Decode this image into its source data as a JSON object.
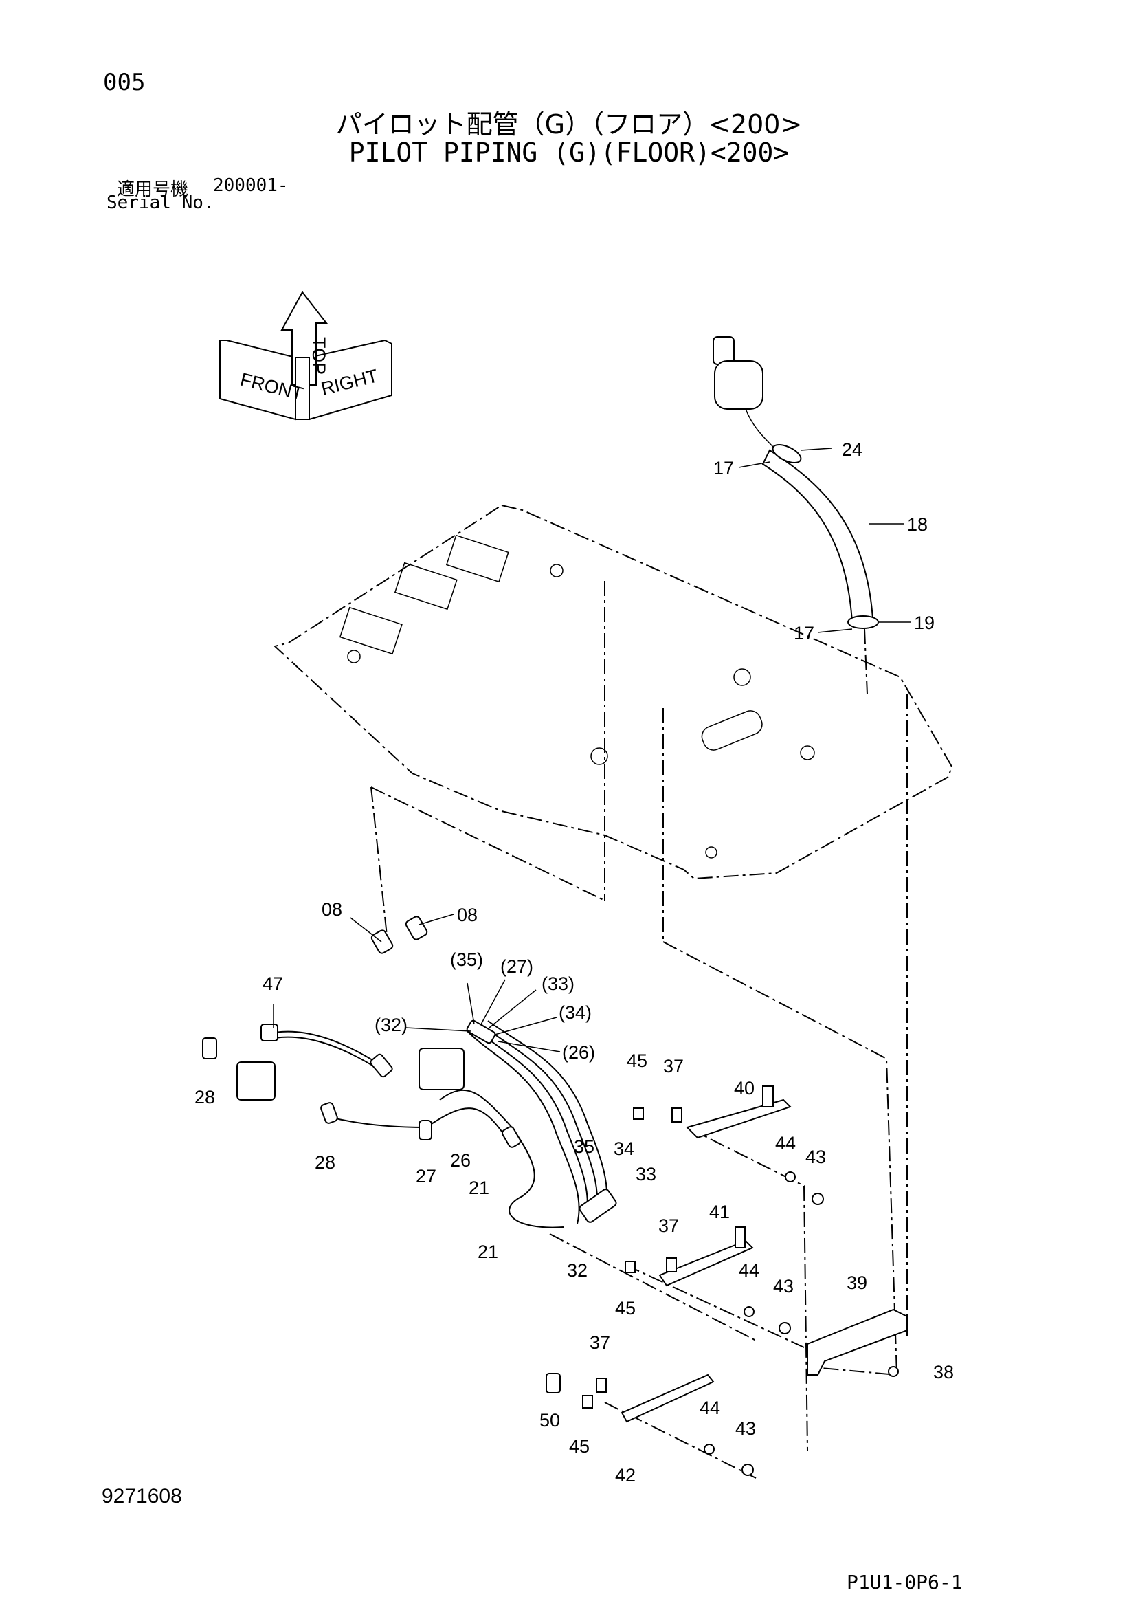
{
  "page_number": "005",
  "title_jp": "パイロット配管（G）（フロア）<200>",
  "title_en": "PILOT PIPING (G)(FLOOR)<200>",
  "serial": {
    "label_jp": "適用号機",
    "label_en": "Serial No.",
    "value": "200001-"
  },
  "orientation": {
    "top": "TOP",
    "front": "FRONT",
    "right": "RIGHT"
  },
  "callouts": {
    "c24": "24",
    "c17a": "17",
    "c18": "18",
    "c17b": "17",
    "c19": "19",
    "c08a": "08",
    "c08b": "08",
    "c47": "47",
    "c35p": "(35)",
    "c27p": "(27)",
    "c33p": "(33)",
    "c34p": "(34)",
    "c32p": "(32)",
    "c26p": "(26)",
    "c28a": "28",
    "c28b": "28",
    "c27": "27",
    "c26": "26",
    "c21a": "21",
    "c21b": "21",
    "c35": "35",
    "c34": "34",
    "c33": "33",
    "c32": "32",
    "c45a": "45",
    "c37a": "37",
    "c40": "40",
    "c44a": "44",
    "c43a": "43",
    "c37b": "37",
    "c41": "41",
    "c44b": "44",
    "c43b": "43",
    "c45b": "45",
    "c39": "39",
    "c38": "38",
    "c37c": "37",
    "c50": "50",
    "c45c": "45",
    "c44c": "44",
    "c43c": "43",
    "c42": "42"
  },
  "drawing_number": "9271608",
  "page_code": "P1U1-0P6-1"
}
